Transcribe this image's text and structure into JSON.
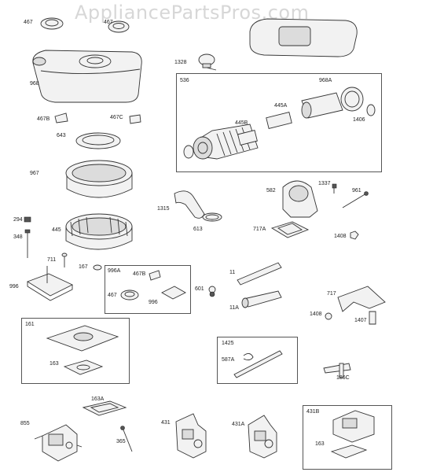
{
  "watermark": "AppliancePartsPros.com",
  "labels": {
    "l467": "467",
    "l467a": "467",
    "l968": "968",
    "l1328": "1328",
    "l536": "536",
    "l968A": "968A",
    "l445A": "445A",
    "l445B": "445B",
    "l1406": "1406",
    "l467B": "467B",
    "l467C": "467C",
    "l643": "643",
    "l967": "967",
    "l1315": "1315",
    "l613": "613",
    "l582": "582",
    "l1337": "1337",
    "l961": "961",
    "l717A": "717A",
    "l1408": "1408",
    "l294": "294",
    "l348": "348",
    "l445": "445",
    "l711": "711",
    "l167": "167",
    "l996A": "996A",
    "l467B2": "467B",
    "l467b": "467",
    "l996": "996",
    "l996b": "996",
    "l601": "601",
    "l11": "11",
    "l11A": "11A",
    "l717": "717",
    "l1408b": "1408",
    "l1407": "1407",
    "l161": "161",
    "l163": "163",
    "l1425": "1425",
    "l587A": "587A",
    "l186C": "186C",
    "l163A": "163A",
    "l431B": "431B",
    "l855": "855",
    "l365": "365",
    "l431": "431",
    "l431A": "431A",
    "l163b": "163"
  }
}
